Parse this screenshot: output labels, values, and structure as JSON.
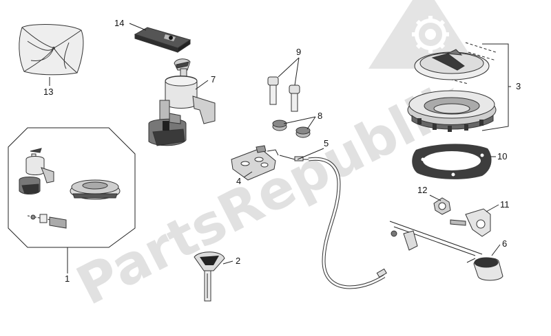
{
  "watermark": {
    "text": "PartsRepublik",
    "color": "#c9c9c9",
    "icon": "gear-icon"
  },
  "callouts": [
    {
      "id": "1",
      "label": "1"
    },
    {
      "id": "2",
      "label": "2"
    },
    {
      "id": "3",
      "label": "3"
    },
    {
      "id": "4",
      "label": "4"
    },
    {
      "id": "5",
      "label": "5"
    },
    {
      "id": "6",
      "label": "6"
    },
    {
      "id": "7",
      "label": "7"
    },
    {
      "id": "8",
      "label": "8"
    },
    {
      "id": "9",
      "label": "9"
    },
    {
      "id": "10",
      "label": "10"
    },
    {
      "id": "11",
      "label": "11"
    },
    {
      "id": "12",
      "label": "12"
    },
    {
      "id": "13",
      "label": "13"
    },
    {
      "id": "14",
      "label": "14"
    }
  ]
}
